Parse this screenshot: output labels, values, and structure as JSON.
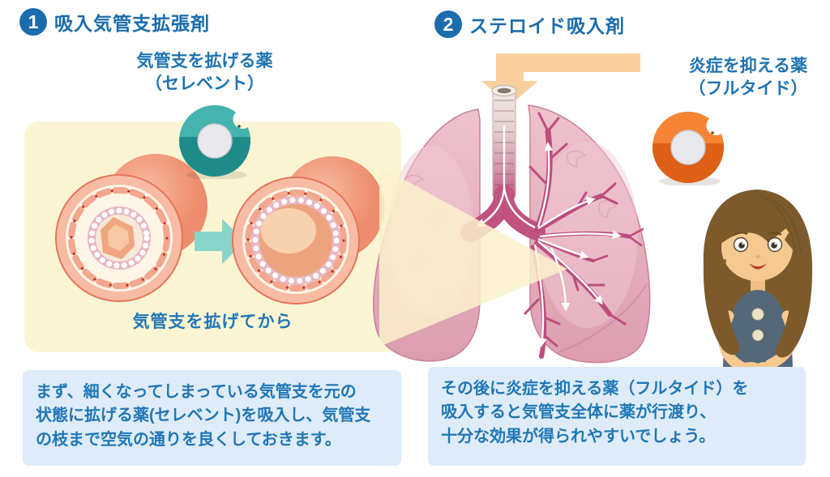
{
  "step1": {
    "badge": "1",
    "title": "吸入気管支拡張剤",
    "drug_label": [
      "気管支を拡げる薬",
      "（セレベント）"
    ],
    "caption": "気管支を拡げてから",
    "description": [
      "まず、細くなってしまっている気管支を元の",
      "状態に拡げる薬(セレベント)を吸入し、気管支",
      "の枝まで空気の通りを良くしておきます。"
    ]
  },
  "step2": {
    "badge": "2",
    "title": "ステロイド吸入剤",
    "drug_label": [
      "炎症を抑える薬",
      "（フルタイド）"
    ],
    "description": [
      "その後に炎症を抑える薬（フルタイド）を",
      "吸入すると気管支全体に薬が行渡り、",
      "十分な効果が得られやすいでしょう。"
    ]
  },
  "icons": {
    "teal_inhaler": "diskus-inhaler-teal",
    "orange_inhaler": "diskus-inhaler-orange"
  },
  "colors": {
    "accent-blue": "#1A6CAD",
    "text-blue": "#2077B6",
    "panel-yellow": "#FCF5D3",
    "panel-blue": "#DEEBF8",
    "arrow-peach": "#F9CFA0",
    "teal": "#1F8B89",
    "orange": "#DE5F16"
  }
}
